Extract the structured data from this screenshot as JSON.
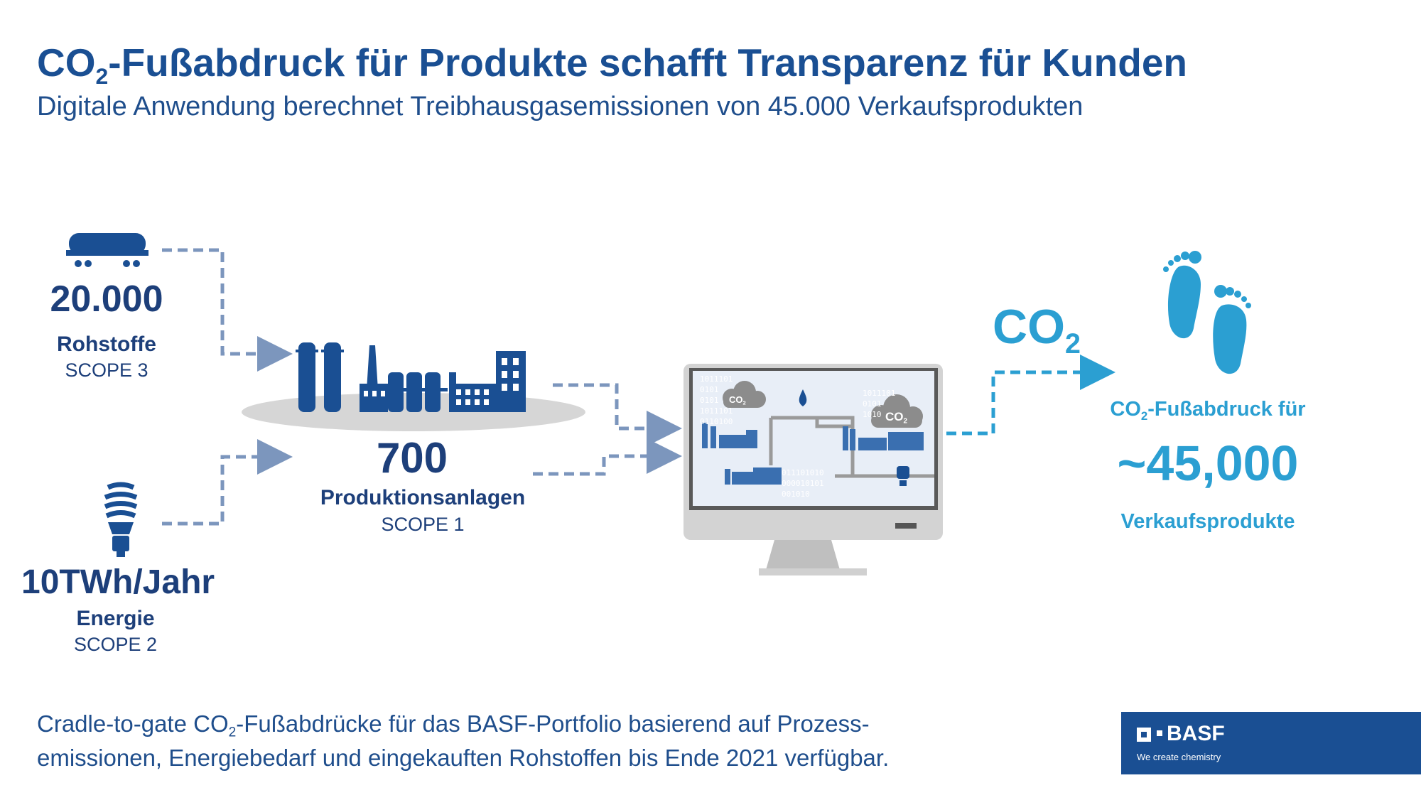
{
  "title": {
    "prefix": "CO",
    "sub": "2",
    "rest": "-Fußabdruck für Produkte schafft Transparenz für Kunden"
  },
  "subtitle": "Digitale Anwendung berechnet Treibhausgasemissionen von 45.000 Verkaufsprodukten",
  "raw_materials": {
    "value": "20.000",
    "label": "Rohstoffe",
    "scope": "SCOPE 3"
  },
  "energy": {
    "value": "10TWh/Jahr",
    "label": "Energie",
    "scope": "SCOPE 2"
  },
  "plants": {
    "value": "700",
    "label": "Produktionsanlagen",
    "scope": "SCOPE 1"
  },
  "screen": {
    "binary_lines": [
      "1011101",
      "0101",
      "0101",
      "1011101",
      "0110100",
      "1011101",
      "0101",
      "1010",
      "011101010",
      "000010101",
      "001010"
    ],
    "co2_tag": "CO",
    "co2_tag_sub": "2"
  },
  "co2_output": {
    "prefix": "CO",
    "sub": "2"
  },
  "footprint": {
    "label_prefix": "CO",
    "label_sub": "2",
    "label_rest": "-Fußabdruck für",
    "value": "~45,000",
    "unit": "Verkaufsprodukte"
  },
  "footer": {
    "line1_prefix": "Cradle-to-gate CO",
    "line1_sub": "2",
    "line1_rest": "-Fußabdrücke für das BASF-Portfolio basierend auf Prozess-",
    "line2": "emissionen, Energiebedarf und eingekauften Rohstoffen bis Ende 2021 verfügbar."
  },
  "brand": {
    "name": "BASF",
    "tagline": "We create chemistry"
  },
  "colors": {
    "dark_blue": "#1a4f93",
    "navy": "#1d3f7a",
    "cyan": "#2b9fd2",
    "arrow": "#7c96bd",
    "gray": "#c8c8c8"
  }
}
